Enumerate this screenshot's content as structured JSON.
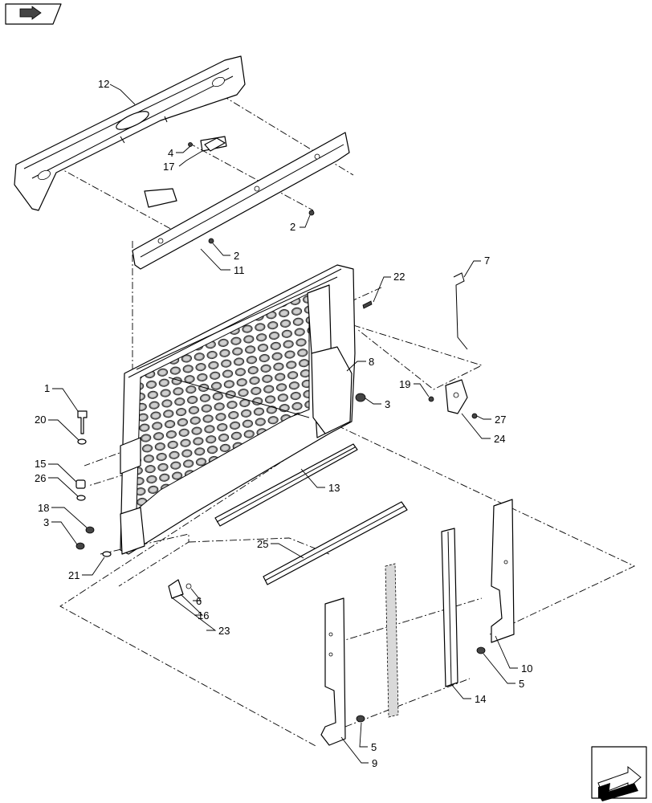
{
  "callouts": {
    "c12": "12",
    "c4": "4",
    "c17": "17",
    "c2a": "2",
    "c2b": "2",
    "c11": "11",
    "c7": "7",
    "c22": "22",
    "c8": "8",
    "c3a": "3",
    "c19": "19",
    "c27": "27",
    "c24": "24",
    "c1": "1",
    "c20": "20",
    "c15": "15",
    "c26": "26",
    "c18": "18",
    "c3b": "3",
    "c13": "13",
    "c21": "21",
    "c25": "25",
    "c6": "6",
    "c16": "16",
    "c23": "23",
    "c10": "10",
    "c5a": "5",
    "c14": "14",
    "c5b": "5",
    "c9": "9"
  },
  "icons": {
    "top_left": "book-arrow-icon",
    "bottom_right": "next-page-arrow-icon"
  },
  "colors": {
    "line": "#000000",
    "background": "#ffffff"
  }
}
